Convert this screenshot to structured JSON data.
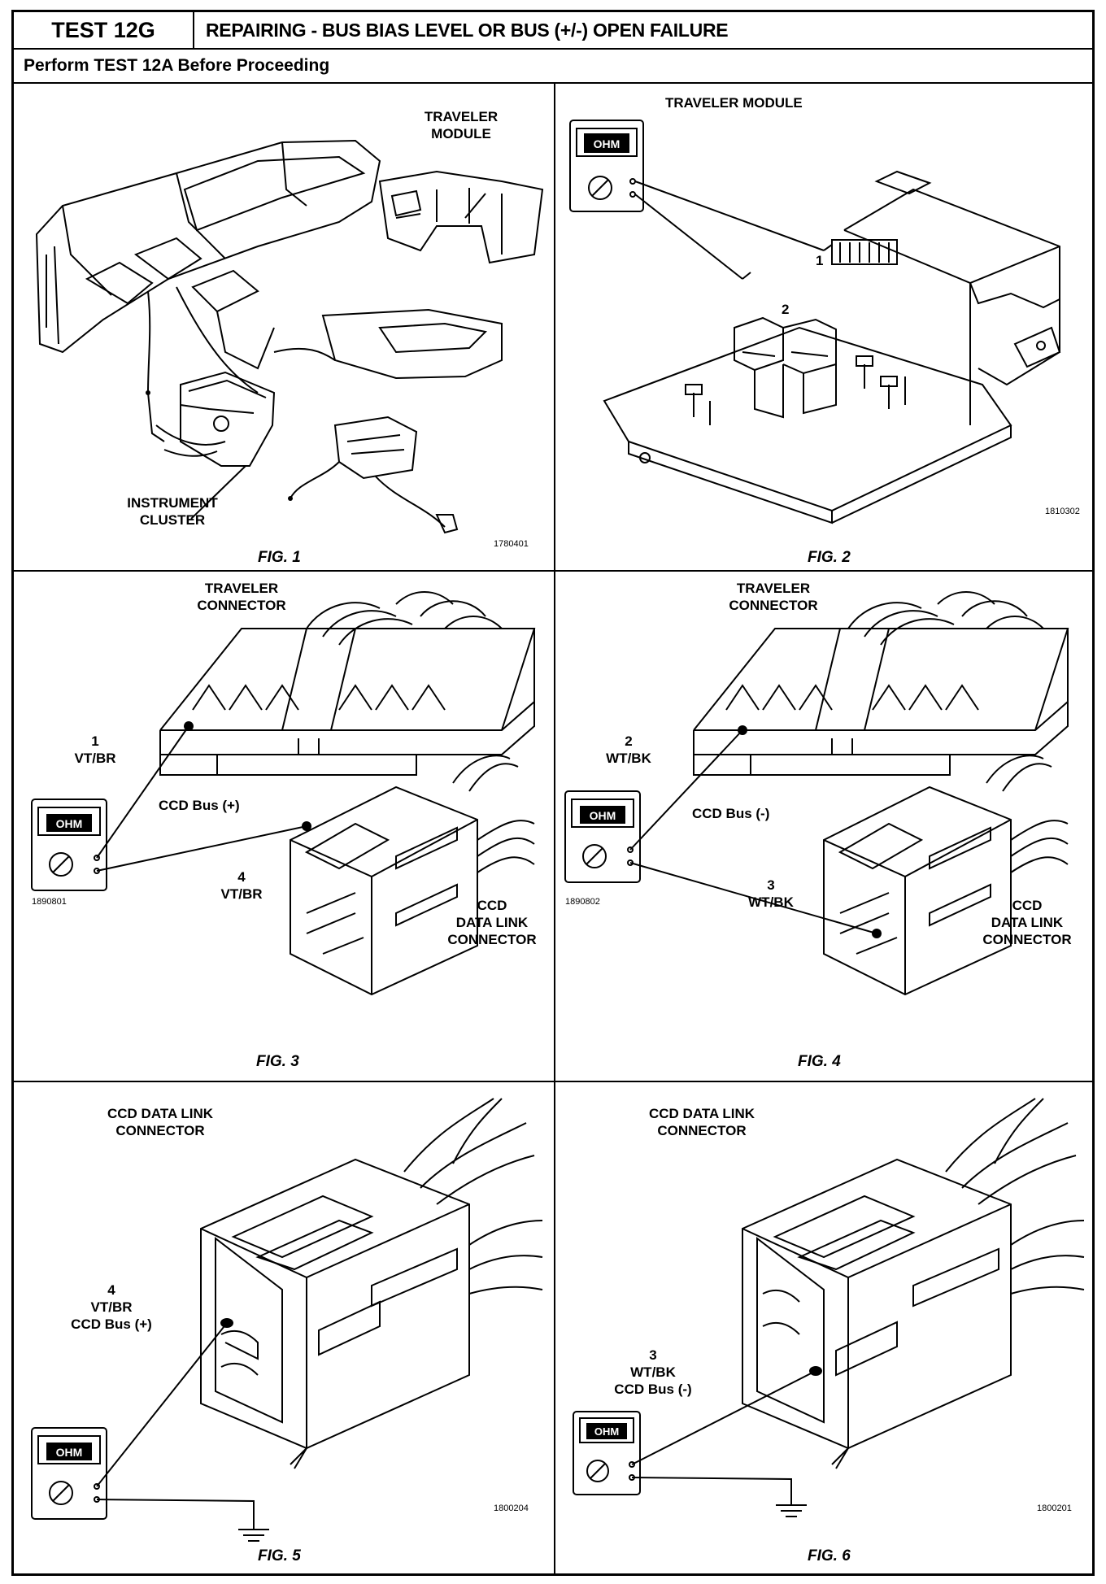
{
  "header": {
    "test_id": "TEST 12G",
    "title": "REPAIRING - BUS BIAS LEVEL OR BUS (+/-) OPEN FAILURE",
    "subtitle": "Perform TEST 12A Before Proceeding"
  },
  "meter": {
    "display": "OHM"
  },
  "figures": [
    {
      "caption": "FIG. 1",
      "code": "1780401",
      "labels": {
        "traveler_module": "TRAVELER\nMODULE",
        "instrument_cluster": "INSTRUMENT\nCLUSTER"
      }
    },
    {
      "caption": "FIG. 2",
      "code": "1810302",
      "labels": {
        "title": "TRAVELER MODULE",
        "pin1": "1",
        "pin2": "2"
      }
    },
    {
      "caption": "FIG. 3",
      "code": "1890801",
      "labels": {
        "traveler_connector": "TRAVELER\nCONNECTOR",
        "pin": "1\nVT/BR",
        "bus": "CCD Bus (+)",
        "ccd_pin": "4\nVT/BR",
        "ccd_connector": "CCD\nDATA LINK\nCONNECTOR"
      }
    },
    {
      "caption": "FIG. 4",
      "code": "1890802",
      "labels": {
        "traveler_connector": "TRAVELER\nCONNECTOR",
        "pin": "2\nWT/BK",
        "bus": "CCD Bus (-)",
        "ccd_pin": "3\nWT/BK",
        "ccd_connector": "CCD\nDATA LINK\nCONNECTOR"
      }
    },
    {
      "caption": "FIG. 5",
      "code": "1800204",
      "labels": {
        "connector": "CCD DATA LINK\nCONNECTOR",
        "pin": "4\nVT/BR\nCCD Bus (+)"
      }
    },
    {
      "caption": "FIG. 6",
      "code": "1800201",
      "labels": {
        "connector": "CCD DATA LINK\nCONNECTOR",
        "pin": "3\nWT/BK\nCCD Bus (-)"
      }
    }
  ]
}
